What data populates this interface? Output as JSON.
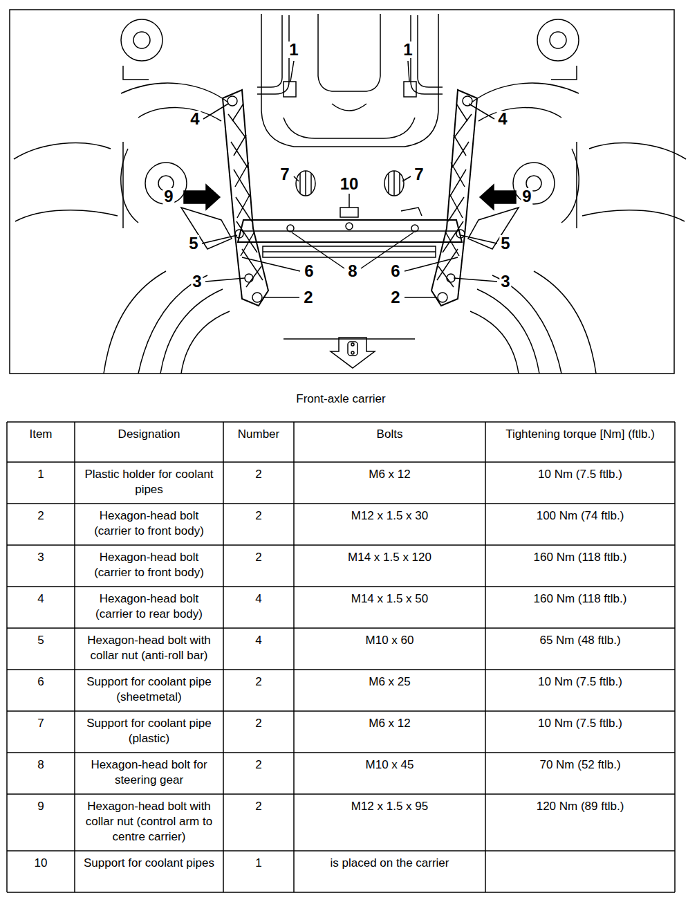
{
  "diagram": {
    "caption": "Front-axle carrier",
    "labels": [
      "1",
      "1",
      "4",
      "4",
      "7",
      "7",
      "10",
      "9",
      "9",
      "5",
      "5",
      "6",
      "8",
      "6",
      "3",
      "3",
      "2",
      "2",
      "Item",
      "Designation",
      "Number",
      "Bolts",
      "Tightening torque [Nm] (ftlb.)",
      "1",
      "Plastic holder for coolant pipes",
      "2",
      "M6 x 12",
      "10 Nm (7.5 ftlb.)",
      "2",
      "Hexagon-head bolt (carrier to front body)",
      "2",
      "M12 x 1.5 x 30",
      "100 Nm (74 ftlb.)",
      "3",
      "Hexagon-head bolt (carrier to front body)",
      "2",
      "M14 x 1.5 x 120",
      "160 Nm (118 ftlb.)",
      "4",
      "Hexagon-head bolt (carrier to rear body)",
      "4",
      "M14 x 1.5 x 50",
      "160 Nm (118 ftlb.)",
      "5",
      "Hexagon-head bolt with collar nut (anti-roll bar)",
      "4",
      "M10 x 60",
      "65 Nm (48 ftlb.)",
      "6",
      "Support for coolant pipe (sheetmetal)",
      "2",
      "M6 x 25",
      "10 Nm (7.5 ftlb.)",
      "7",
      "Support for coolant pipe (plastic)",
      "2",
      "M6 x 12",
      "10 Nm (7.5 ftlb.)",
      "8",
      "Hexagon-head bolt for steering gear",
      "2",
      "M10 x 45",
      "70 Nm (52 ftlb.)",
      "9",
      "Hexagon-head bolt with collar nut (control arm to centre carrier)",
      "2",
      "M12 x 1.5 x 95",
      "120 Nm (89 ftlb.)",
      "10",
      "Support for coolant pipes",
      "1",
      "is placed on the carrier"
    ]
  }
}
